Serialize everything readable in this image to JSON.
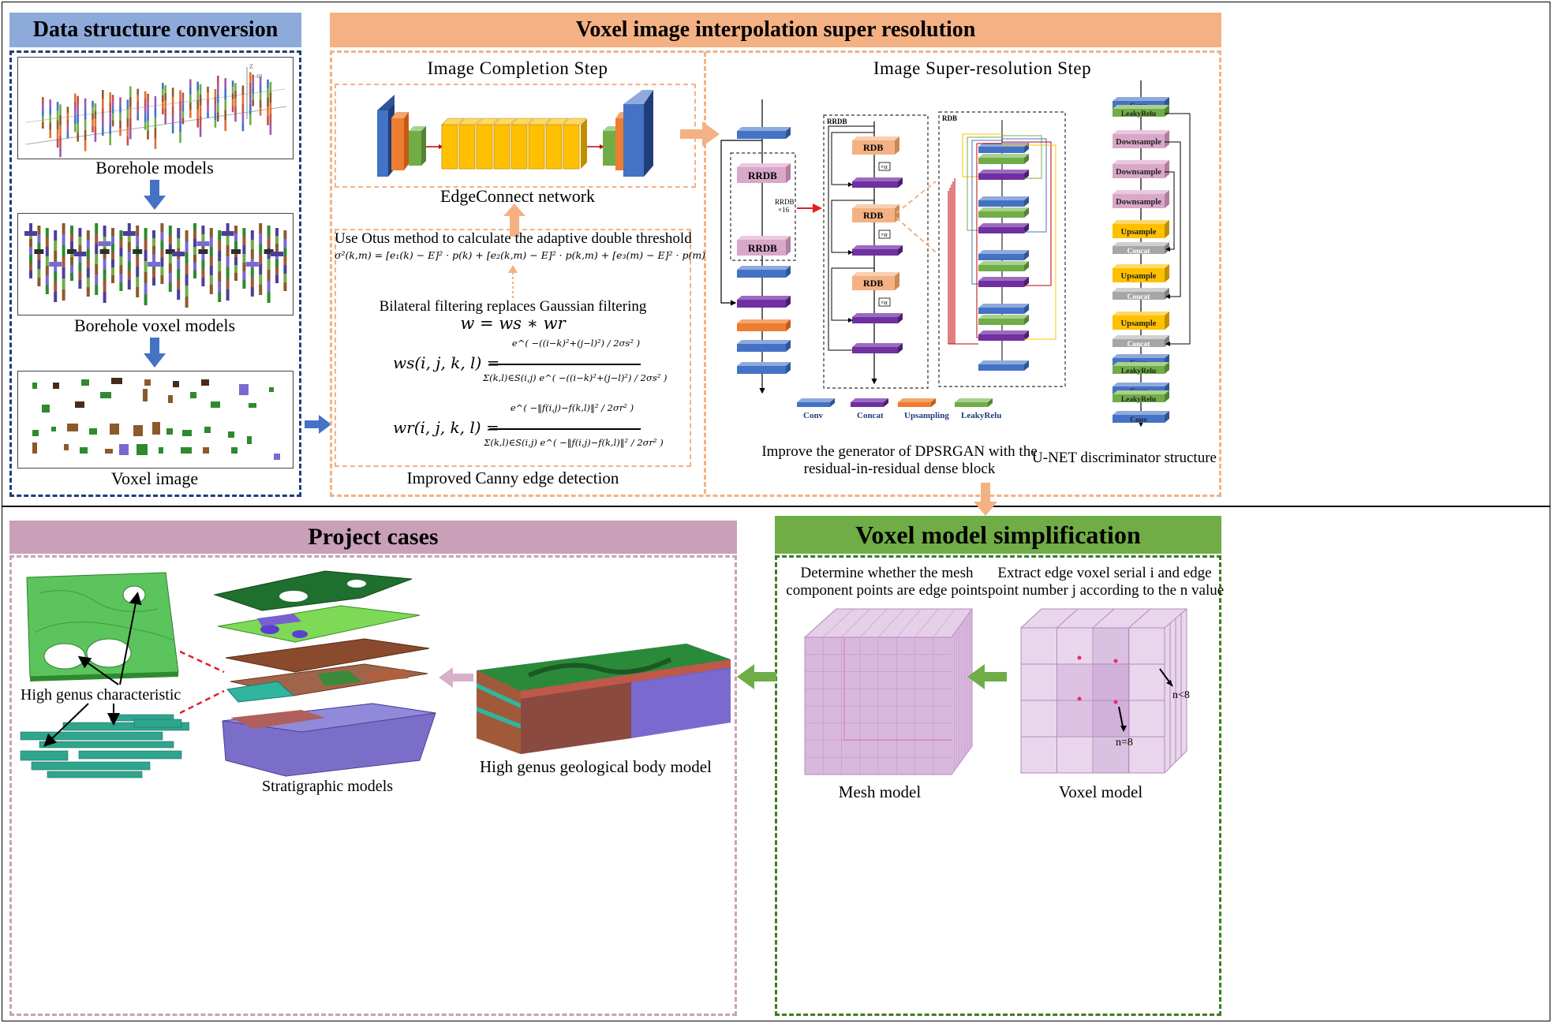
{
  "colors": {
    "blue_header": "#8eaadb",
    "orange_header": "#f4b183",
    "green_header": "#70ad47",
    "purple_header": "#c9a0b8",
    "blue_dash": "#1f3d7a",
    "orange_dash": "#f4b183",
    "green_dash": "#3a7d24",
    "purple_dash": "#c9a0b8",
    "arrow_blue": "#4472c4",
    "arrow_orange": "#f4b183",
    "arrow_green": "#70ad47",
    "arrow_pink": "#d8b0c8"
  },
  "data_structure": {
    "title": "Data structure conversion",
    "borehole_models": "Borehole models",
    "borehole_voxel_models": "Borehole voxel models",
    "voxel_image": "Voxel image"
  },
  "voxel_interp": {
    "title": "Voxel image interpolation super resolution",
    "completion_title": "Image Completion Step",
    "edgeconnect": "EdgeConnect network",
    "otus": "Use Otus method to calculate the adaptive double threshold",
    "sigma_formula": "σ²(k,m) = [e₁(k) − E]² · p(k) + [e₂(k,m) − E]² · p(k,m) + [e₃(m) − E]² · p(m)",
    "bilateral": "Bilateral filtering replaces Gaussian filtering",
    "w_formula": "w = ws ∗ wr",
    "ws_lhs": "ws(i, j, k, l) =",
    "ws_num": "e^( −((i−k)²+(j−l)²) / 2σs² )",
    "ws_den": "Σ(k,l)∈S(i,j) e^( −((i−k)²+(j−l)²) / 2σs² )",
    "wr_lhs": "wr(i, j, k, l) =",
    "wr_num": "e^( −‖f(i,j)−f(k,l)‖² / 2σr² )",
    "wr_den": "Σ(k,l)∈S(i,j) e^( −‖f(i,j)−f(k,l)‖² / 2σr² )",
    "canny": "Improved Canny edge detection",
    "sr_title": "Image Super-resolution Step",
    "generator_caption_1": "Improve the generator of DPSRGAN with the",
    "generator_caption_2": "residual-in-residual dense block",
    "discriminator_caption": "U-NET discriminator structure",
    "rrdb": "RRDB",
    "rrdb_x16_a": "RRDB",
    "rrdb_x16_b": "×16",
    "rdb": "RDB",
    "alpha": "×α",
    "rdb_label": "RDB",
    "legend": [
      "Conv",
      "Concat",
      "Upsampling",
      "LeakyRelu"
    ],
    "unet": [
      "Conv",
      "LeakyRelu",
      "Downsample",
      "Downsample",
      "Downsample",
      "Upsample",
      "Concat",
      "Upsample",
      "Concat",
      "Upsample",
      "Concat",
      "Conv",
      "LeakyRelu",
      "Conv",
      "LeakyRelu",
      "Conv"
    ]
  },
  "simplification": {
    "title": "Voxel model simplification",
    "mesh_text_1": "Determine whether the mesh",
    "mesh_text_2": "component points are edge points",
    "voxel_text_1": "Extract edge voxel serial i and edge",
    "voxel_text_2": "point number j according to the n value",
    "mesh_model": "Mesh model",
    "voxel_model": "Voxel model",
    "n_lt_8": "n<8",
    "n_eq_8": "n=8"
  },
  "project": {
    "title": "Project cases",
    "high_genus": "High genus characteristic",
    "stratigraphic": "Stratigraphic models",
    "geo_body": "High genus geological body model"
  }
}
